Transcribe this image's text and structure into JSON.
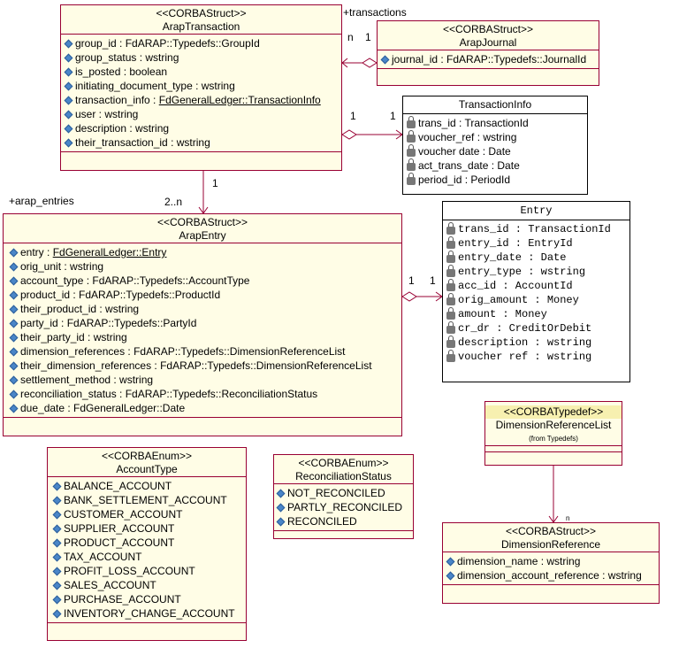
{
  "arap_transaction": {
    "stereotype": "<<CORBAStruct>>",
    "name": "ArapTransaction",
    "attributes": [
      "group_id : FdARAP::Typedefs::GroupId",
      "group_status : wstring",
      "is_posted : boolean",
      "initiating_document_type : wstring",
      "transaction_info : ",
      "user : wstring",
      "description : wstring",
      "their_transaction_id : wstring"
    ],
    "transaction_info_type": "FdGeneralLedger::TransactionInfo"
  },
  "arap_journal": {
    "stereotype": "<<CORBAStruct>>",
    "name": "ArapJournal",
    "attributes": [
      "journal_id : FdARAP::Typedefs::JournalId"
    ]
  },
  "transaction_info": {
    "name": "TransactionInfo",
    "attributes": [
      "trans_id : TransactionId",
      "voucher_ref : wstring",
      "voucher date : Date",
      "act_trans_date : Date",
      "period_id : PeriodId"
    ]
  },
  "arap_entry": {
    "stereotype": "<<CORBAStruct>>",
    "name": "ArapEntry",
    "attributes": [
      "entry : ",
      "orig_unit : wstring",
      "account_type : FdARAP::Typedefs::AccountType",
      "product_id : FdARAP::Typedefs::ProductId",
      "their_product_id : wstring",
      "party_id : FdARAP::Typedefs::PartyId",
      "their_party_id : wstring",
      "dimension_references : FdARAP::Typedefs::DimensionReferenceList",
      "their_dimension_references : FdARAP::Typedefs::DimensionReferenceList",
      "settlement_method : wstring",
      "reconciliation_status : FdARAP::Typedefs::ReconciliationStatus",
      "due_date : FdGeneralLedger::Date"
    ],
    "entry_type": "FdGeneralLedger::Entry"
  },
  "entry": {
    "name": "Entry",
    "attributes": [
      "trans_id : TransactionId",
      "entry_id : EntryId",
      "entry_date : Date",
      "entry_type : wstring",
      "acc_id : AccountId",
      "orig_amount : Money",
      "amount : Money",
      "cr_dr : CreditOrDebit",
      "description : wstring",
      "voucher ref : wstring"
    ]
  },
  "account_type": {
    "stereotype": "<<CORBAEnum>>",
    "name": "AccountType",
    "values": [
      "BALANCE_ACCOUNT",
      "BANK_SETTLEMENT_ACCOUNT",
      "CUSTOMER_ACCOUNT",
      "SUPPLIER_ACCOUNT",
      "PRODUCT_ACCOUNT",
      "TAX_ACCOUNT",
      "PROFIT_LOSS_ACCOUNT",
      "SALES_ACCOUNT",
      "PURCHASE_ACCOUNT",
      "INVENTORY_CHANGE_ACCOUNT"
    ]
  },
  "reconciliation_status": {
    "stereotype": "<<CORBAEnum>>",
    "name": "ReconciliationStatus",
    "values": [
      "NOT_RECONCILED",
      "PARTLY_RECONCILED",
      "RECONCILED"
    ]
  },
  "dimension_reference_list": {
    "stereotype": "<<CORBATypedef>>",
    "name": "DimensionReferenceList",
    "note": "(from Typedefs)"
  },
  "dimension_reference": {
    "stereotype": "<<CORBAStruct>>",
    "name": "DimensionReference",
    "attributes": [
      "dimension_name : wstring",
      "dimension_account_reference : wstring"
    ]
  },
  "labels": {
    "transactions_role": "+transactions",
    "journal_mult_n": "n",
    "journal_mult_1": "1",
    "info_mult_left": "1",
    "info_mult_right": "1",
    "entries_role": "+arap_entries",
    "entries_mult_top": "1",
    "entries_mult_bottom": "2..n",
    "entry_mult_left": "1",
    "entry_mult_right": "1",
    "dimref_mult": "n"
  }
}
